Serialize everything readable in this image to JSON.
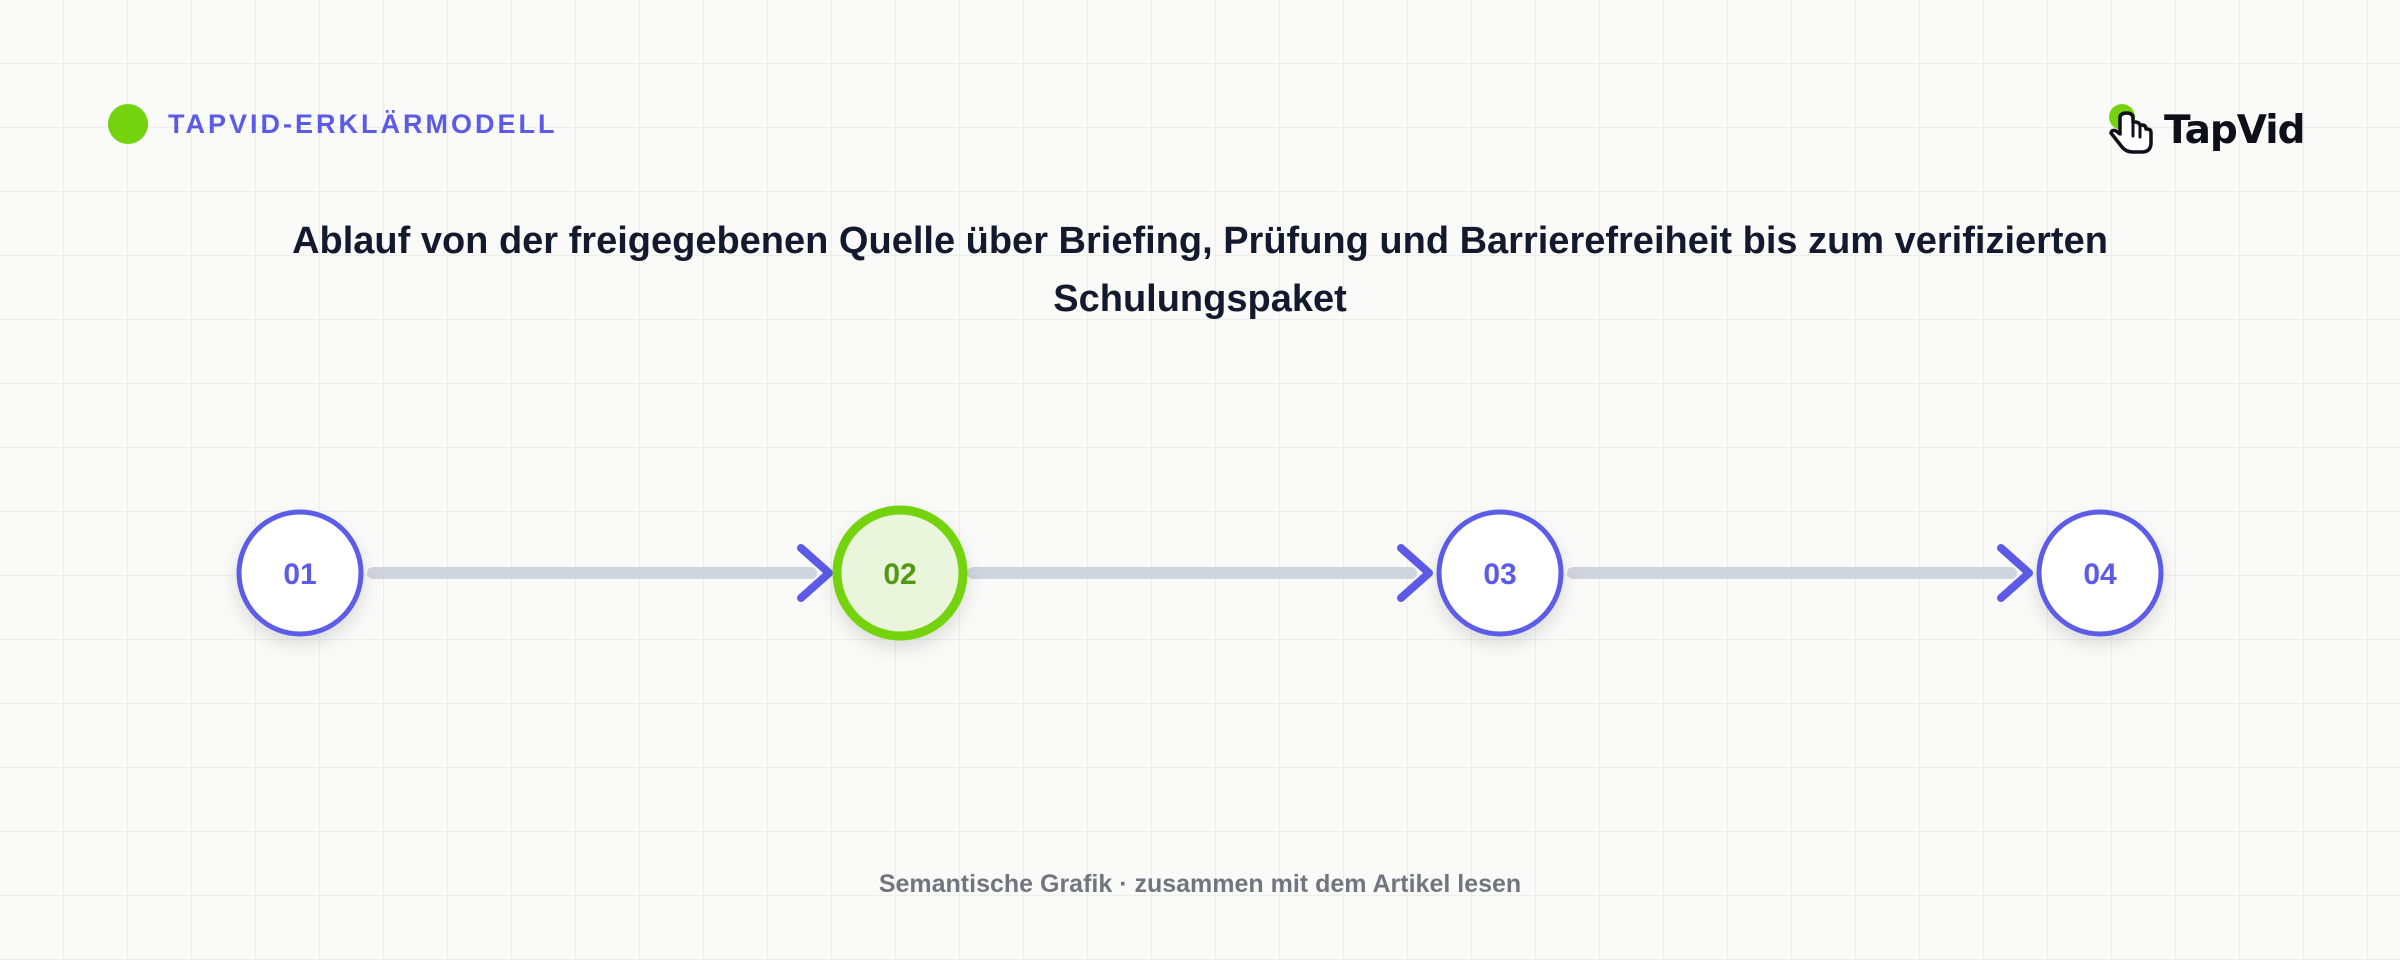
{
  "header": {
    "label": "TAPVID-ERKLÄRMODELL",
    "dot_color": "#74d30e",
    "label_color": "#5b5be8"
  },
  "logo": {
    "text": "TapVid",
    "icon": "pointer-hand-icon"
  },
  "title": "Ablauf von der freigegebenen Quelle über Briefing, Prüfung und Barrierefreiheit bis zum verifizierten Schulungspaket",
  "steps": [
    {
      "label": "01",
      "state": "default"
    },
    {
      "label": "02",
      "state": "active"
    },
    {
      "label": "03",
      "state": "default"
    },
    {
      "label": "04",
      "state": "default"
    }
  ],
  "colors": {
    "accent": "#5b5be8",
    "active": "#74d30e",
    "active_fill": "#eaf6dc",
    "active_text": "#4f9a12",
    "connector": "#cfd5de",
    "title": "#141a2e",
    "footer": "#71757f"
  },
  "footer": "Semantische Grafik · zusammen mit dem Artikel lesen"
}
